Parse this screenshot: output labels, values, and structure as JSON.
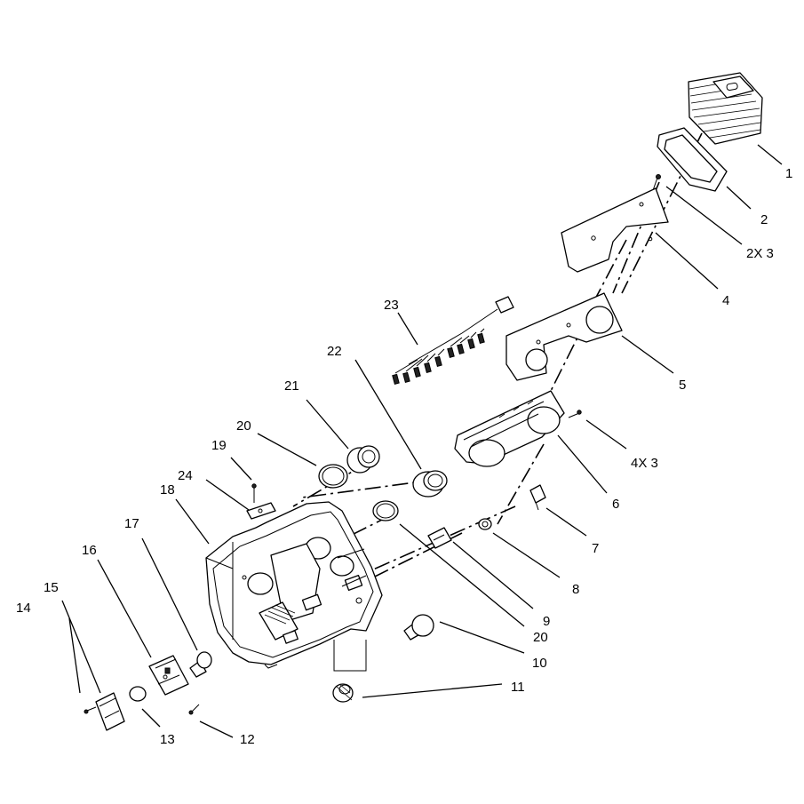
{
  "diagram": {
    "callouts": [
      {
        "id": "c1",
        "label": "1"
      },
      {
        "id": "c2",
        "label": "2"
      },
      {
        "id": "c2x3",
        "label": "2X 3"
      },
      {
        "id": "c4",
        "label": "4"
      },
      {
        "id": "c5",
        "label": "5"
      },
      {
        "id": "c4x3",
        "label": "4X 3"
      },
      {
        "id": "c6",
        "label": "6"
      },
      {
        "id": "c7",
        "label": "7"
      },
      {
        "id": "c8",
        "label": "8"
      },
      {
        "id": "c9",
        "label": "9"
      },
      {
        "id": "c20b",
        "label": "20"
      },
      {
        "id": "c10",
        "label": "10"
      },
      {
        "id": "c11",
        "label": "11"
      },
      {
        "id": "c12",
        "label": "12"
      },
      {
        "id": "c13",
        "label": "13"
      },
      {
        "id": "c14",
        "label": "14"
      },
      {
        "id": "c15",
        "label": "15"
      },
      {
        "id": "c16",
        "label": "16"
      },
      {
        "id": "c17",
        "label": "17"
      },
      {
        "id": "c18",
        "label": "18"
      },
      {
        "id": "c19",
        "label": "19"
      },
      {
        "id": "c20a",
        "label": "20"
      },
      {
        "id": "c21",
        "label": "21"
      },
      {
        "id": "c22",
        "label": "22"
      },
      {
        "id": "c23",
        "label": "23"
      },
      {
        "id": "c24",
        "label": "24"
      }
    ]
  }
}
